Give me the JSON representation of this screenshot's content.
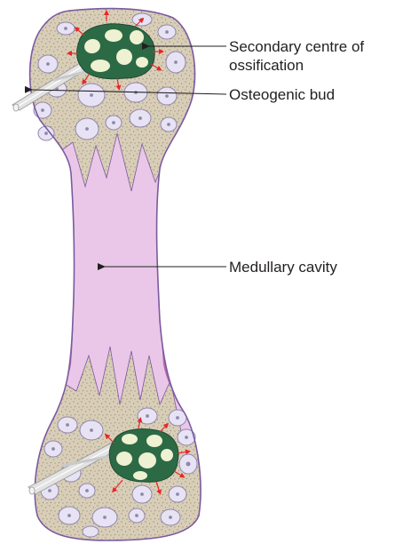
{
  "labels": {
    "secondary_centre_line1": "Secondary centre of",
    "secondary_centre_line2": "ossification",
    "osteogenic_bud": "Osteogenic bud",
    "medullary_cavity": "Medullary cavity"
  },
  "colors": {
    "cartilage_matrix": "#d8cdb6",
    "stipple": "#6b5e4a",
    "chondrocyte_fill": "#e7e3f4",
    "chondrocyte_edge": "#8f87ad",
    "medullary_cavity": "#eac7e8",
    "periosteal_bone": "#b56aa9",
    "outline": "#7a5aa0",
    "ossification_centre": "#2c6a45",
    "ossification_space": "#eef1d2",
    "vessel": "#e3e3e3",
    "expansion_arrow": "#e8262a",
    "leader_line": "#231f20"
  },
  "icons": {
    "expansion_arrow": "red-arrow-icon",
    "label_arrow": "black-arrowhead-icon"
  }
}
